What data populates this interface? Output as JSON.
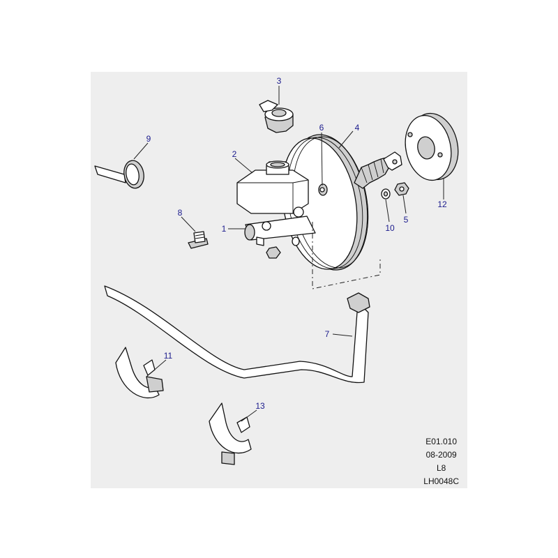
{
  "callouts": [
    {
      "id": "1",
      "label": "1"
    },
    {
      "id": "2",
      "label": "2"
    },
    {
      "id": "3",
      "label": "3"
    },
    {
      "id": "4",
      "label": "4"
    },
    {
      "id": "5",
      "label": "5"
    },
    {
      "id": "6",
      "label": "6"
    },
    {
      "id": "7",
      "label": "7"
    },
    {
      "id": "8",
      "label": "8"
    },
    {
      "id": "9",
      "label": "9"
    },
    {
      "id": "10",
      "label": "10"
    },
    {
      "id": "11",
      "label": "11"
    },
    {
      "id": "12",
      "label": "12"
    },
    {
      "id": "13",
      "label": "13"
    }
  ],
  "reference": {
    "code": "E01.010",
    "date": "08-2009",
    "model": "L8",
    "drawing": "LH0048C"
  },
  "colors": {
    "panel": "#eeeeee",
    "callout_text": "#1a1a8c",
    "line": "#111111"
  }
}
